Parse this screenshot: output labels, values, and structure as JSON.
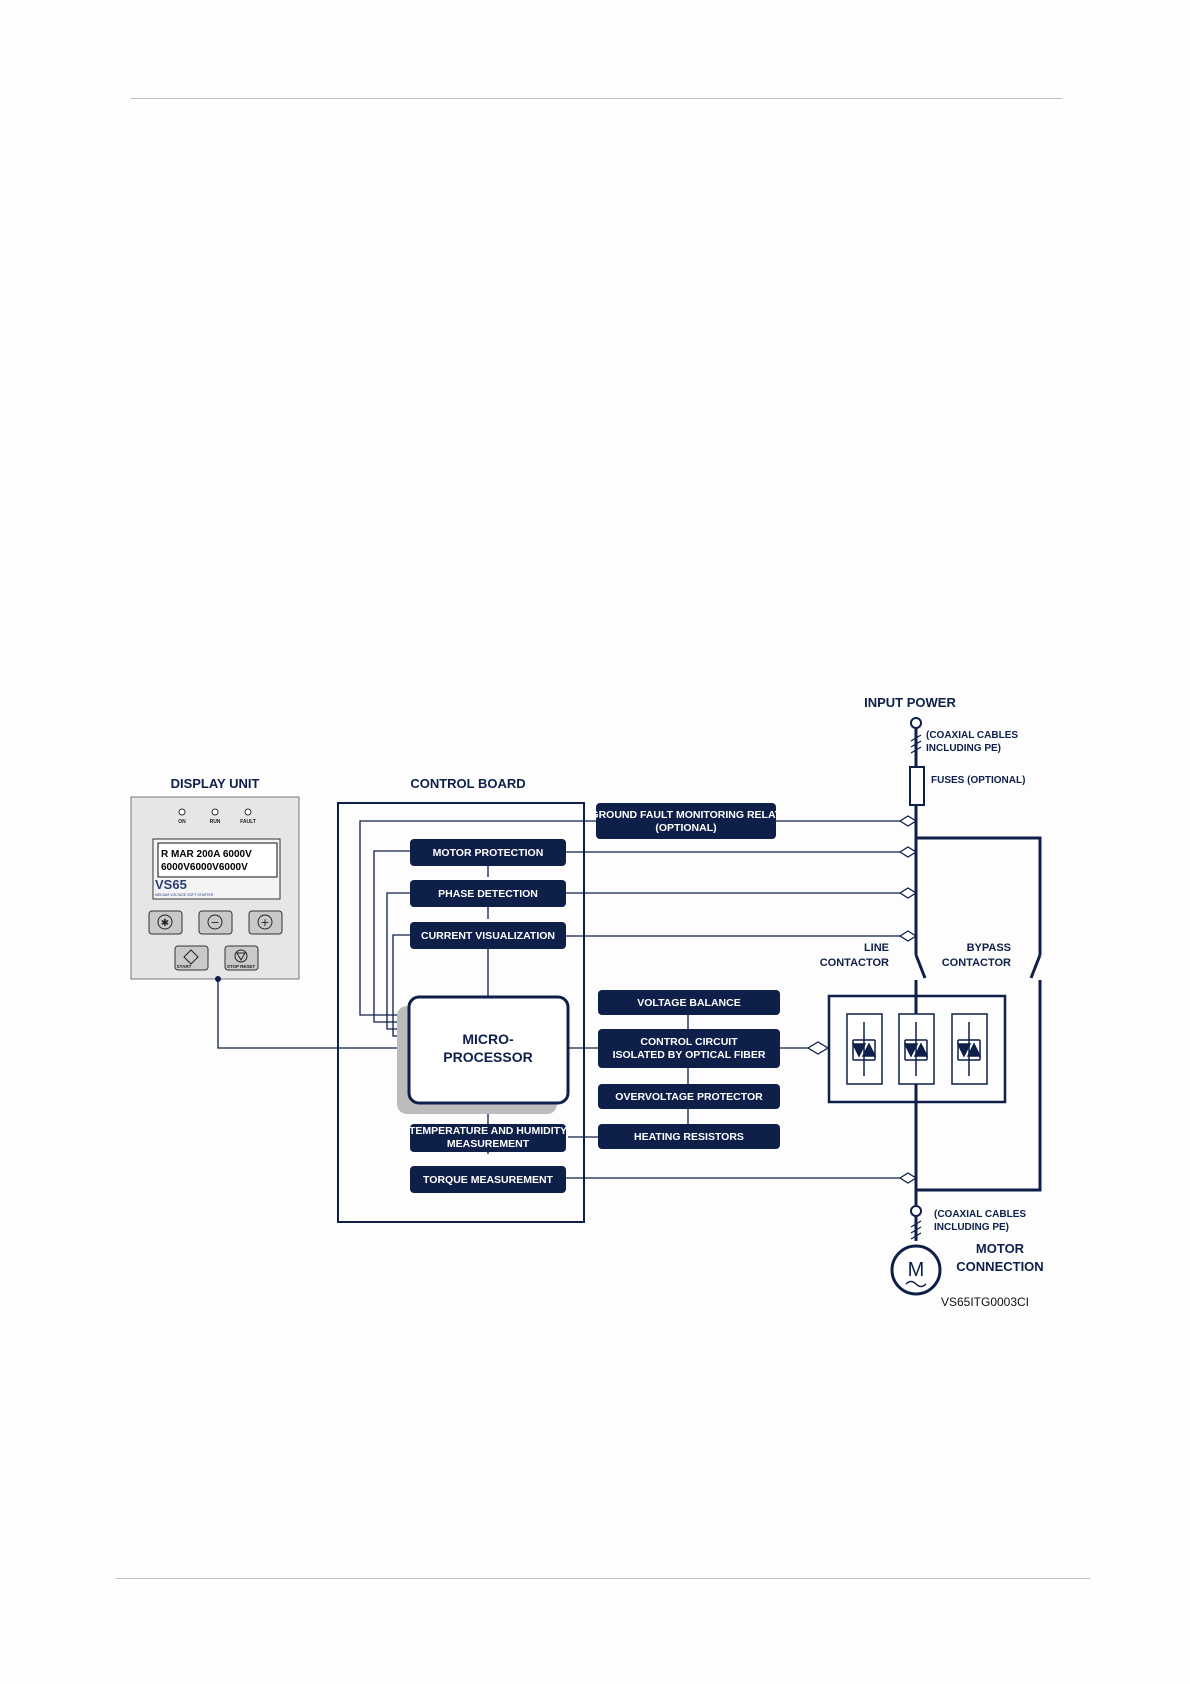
{
  "headings": {
    "display_unit": "DISPLAY UNIT",
    "control_board": "CONTROL BOARD",
    "input_power": "INPUT POWER",
    "coax_top_1": "(COAXIAL CABLES",
    "coax_top_2": "INCLUDING PE)",
    "fuses": "FUSES (OPTIONAL)",
    "line_contactor_1": "LINE",
    "line_contactor_2": "CONTACTOR",
    "bypass_contactor_1": "BYPASS",
    "bypass_contactor_2": "CONTACTOR",
    "coax_bottom_1": "(COAXIAL CABLES",
    "coax_bottom_2": "INCLUDING PE)",
    "motor_1": "MOTOR",
    "motor_2": "CONNECTION",
    "motor_symbol": "M",
    "figure_code": "VS65ITG0003CI"
  },
  "display_unit": {
    "leds": [
      "ON",
      "RUN",
      "FAULT"
    ],
    "screen_line1": "R MAR 200A 6000V",
    "screen_line2": "6000V6000V6000V",
    "logo": "VS65",
    "logo_sub": "MEDIUM VOLTAGE SOFT STARTER",
    "keys": [
      "✱",
      "−",
      "+"
    ],
    "start_label": "START",
    "stop_label": "STOP RESET"
  },
  "blocks": {
    "ground_fault_1": "GROUND FAULT MONITORING RELAY",
    "ground_fault_2": "(OPTIONAL)",
    "motor_protection": "MOTOR PROTECTION",
    "phase_detection": "PHASE DETECTION",
    "current_visualization": "CURRENT VISUALIZATION",
    "microprocessor_1": "MICRO-",
    "microprocessor_2": "PROCESSOR",
    "temp_humidity_1": "TEMPERATURE AND HUMIDITY",
    "temp_humidity_2": "MEASUREMENT",
    "torque_measurement": "TORQUE MEASUREMENT",
    "voltage_balance": "VOLTAGE BALANCE",
    "control_circuit_1": "CONTROL CIRCUIT",
    "control_circuit_2": "ISOLATED BY OPTICAL FIBER",
    "overvoltage_protector": "OVERVOLTAGE PROTECTOR",
    "heating_resistors": "HEATING RESISTORS"
  },
  "colors": {
    "navy": "#0e1f4a",
    "panel": "#e6e6e6",
    "shadow": "#bcbcbc"
  }
}
